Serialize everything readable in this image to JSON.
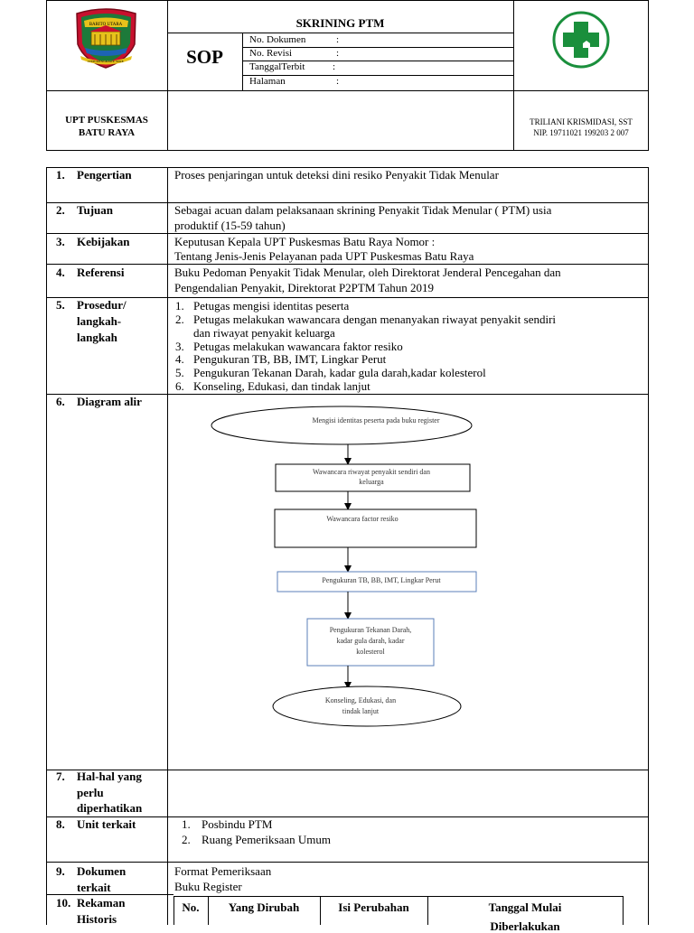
{
  "header": {
    "title": "SKRINING PTM",
    "sop_label": "SOP",
    "doc_fields": [
      {
        "label": "No. Dokumen",
        "sep": ":"
      },
      {
        "label": "No. Revisi",
        "sep": ":"
      },
      {
        "label": "TanggalTerbit",
        "sep": ":"
      },
      {
        "label": "Halaman",
        "sep": ":"
      }
    ],
    "logo_top_text": "BARITO UTARA",
    "logo_bottom_text": "IYEH MENGKAWE SURE",
    "org_line1": "UPT PUSKESMAS",
    "org_line2": "BATU RAYA",
    "signer_name": "TRILIANI KRISMIDASI, SST",
    "signer_nip": "NIP. 19711021 199203 2 007"
  },
  "sections": {
    "pengertian": {
      "num": "1.",
      "label": "Pengertian",
      "text": "Proses penjaringan untuk deteksi dini resiko Penyakit Tidak Menular"
    },
    "tujuan": {
      "num": "2.",
      "label": "Tujuan",
      "line1": "Sebagai acuan dalam pelaksanaan skrining Penyakit Tidak Menular ( PTM) usia",
      "line2": "produktif (15-59 tahun)"
    },
    "kebijakan": {
      "num": "3.",
      "label": "Kebijakan",
      "line1": "Keputusan Kepala UPT Puskesmas Batu Raya Nomor :",
      "line2": "Tentang Jenis-Jenis Pelayanan pada UPT Puskesmas Batu Raya"
    },
    "referensi": {
      "num": "4.",
      "label": "Referensi",
      "line1": "Buku Pedoman Penyakit Tidak Menular, oleh Direktorat Jenderal Pencegahan dan",
      "line2": "Pengendalian Penyakit, Direktorat P2PTM  Tahun 2019"
    },
    "prosedur": {
      "num": "5.",
      "label_l1": "Prosedur/",
      "label_l2": "langkah-",
      "label_l3": "langkah",
      "steps": [
        {
          "n": "1.",
          "t": "Petugas mengisi identitas peserta"
        },
        {
          "n": "2.",
          "t": "Petugas melakukan wawancara dengan menanyakan riwayat penyakit sendiri"
        },
        {
          "n": "",
          "t": "dan riwayat penyakit keluarga"
        },
        {
          "n": "3.",
          "t": " Petugas melakukan wawancara faktor resiko"
        },
        {
          "n": "4.",
          "t": "Pengukuran TB, BB, IMT, Lingkar Perut"
        },
        {
          "n": "5.",
          "t": "Pengukuran Tekanan Darah, kadar gula darah,kadar kolesterol"
        },
        {
          "n": "6.",
          "t": "Konseling, Edukasi, dan tindak lanjut"
        }
      ]
    },
    "diagram": {
      "num": "6.",
      "label": "Diagram alir",
      "node1": "Mengisi identitas peserta pada buku register",
      "node2_l1": "Wawancara riwayat penyakit sendiri dan",
      "node2_l2": "keluarga",
      "node3": "Wawancara factor resiko",
      "node4": "Pengukuran TB, BB, IMT, Lingkar Perut",
      "node5_l1": "Pengukuran Tekanan Darah,",
      "node5_l2": "kadar gula darah, kadar",
      "node5_l3": "kolesterol",
      "node6_l1": "Konseling, Edukasi, dan",
      "node6_l2": "tindak lanjut"
    },
    "hal": {
      "num": "7.",
      "label_l1": "Hal-hal yang",
      "label_l2": "perlu",
      "label_l3": "diperhatikan"
    },
    "unit": {
      "num": "8.",
      "label": "Unit terkait",
      "items": [
        {
          "n": "1.",
          "t": "Posbindu PTM"
        },
        {
          "n": "2.",
          "t": "Ruang Pemeriksaan Umum"
        }
      ]
    },
    "dokumen": {
      "num": "9.",
      "label_l1": "Dokumen",
      "label_l2": "terkait",
      "line1": "Format Pemeriksaan",
      "line2": "Buku Register"
    },
    "rekaman": {
      "num": "10.",
      "label_l1": "Rekaman",
      "label_l2": "Historis",
      "cols": [
        "No.",
        "Yang Dirubah",
        "Isi Perubahan",
        "Tanggal Mulai",
        "Diberlakukan"
      ]
    }
  },
  "colors": {
    "accent_green": "#1a8f3c",
    "diagram_blue": "#5b7fb8",
    "logo_gold": "#e7c21b",
    "logo_red": "#c8102e"
  }
}
